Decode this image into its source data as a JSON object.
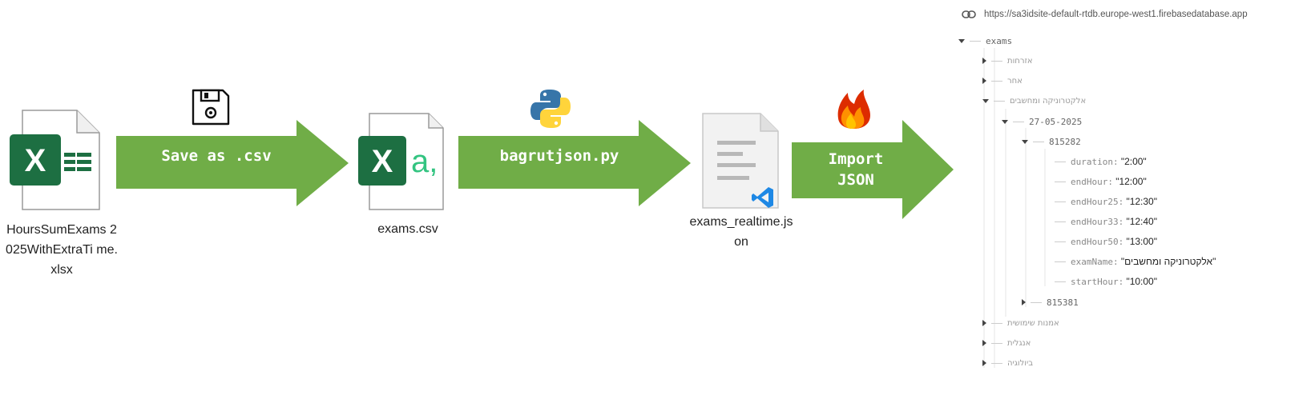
{
  "files": {
    "xlsx": "HoursSumExams 2025WithExtraTi me.xlsx",
    "csv": "exams.csv",
    "json": "exams_realtime.js on"
  },
  "steps": {
    "save_csv": "Save as .csv",
    "script": "bagrutjson.py",
    "import": "Import JSON"
  },
  "icons": [
    "excel-icon",
    "floppy-disk-icon",
    "csv-icon",
    "python-icon",
    "json-file-icon",
    "vscode-icon",
    "firebase-icon",
    "link-icon"
  ],
  "colors": {
    "arrow": "#70ad47",
    "excel": "#1d6f42",
    "csv_letter": "#33c481"
  },
  "firebase": {
    "url": "https://sa3idsite-default-rtdb.europe-west1.firebasedatabase.app",
    "root": "exams",
    "nodes": {
      "n1": "אזרחות",
      "n2": "אחר",
      "n3": "אלקטרוניקה ומחשבים",
      "date": "27-05-2025",
      "exam1": "815282",
      "exam2": "815381",
      "n4": "אמנות שימושית",
      "n5": "אנגלית",
      "n6": "ביולוגיה"
    },
    "fields": [
      {
        "key": "duration:",
        "value": "\"2:00\""
      },
      {
        "key": "endHour:",
        "value": "\"12:00\""
      },
      {
        "key": "endHour25:",
        "value": "\"12:30\""
      },
      {
        "key": "endHour33:",
        "value": "\"12:40\""
      },
      {
        "key": "endHour50:",
        "value": "\"13:00\""
      },
      {
        "key": "examName:",
        "value": "\"אלקטרוניקה ומחשבים\""
      },
      {
        "key": "startHour:",
        "value": "\"10:00\""
      }
    ]
  }
}
